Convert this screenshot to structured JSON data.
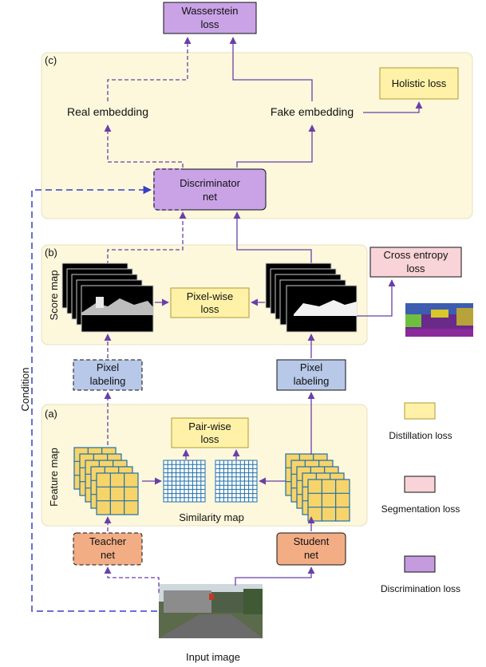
{
  "panels": {
    "c_label": "(c)",
    "b_label": "(b)",
    "a_label": "(a)"
  },
  "boxes": {
    "wasserstein": [
      "Wasserstein",
      "loss"
    ],
    "holistic": "Holistic loss",
    "discriminator": [
      "Discriminator",
      "net"
    ],
    "pixelwise": [
      "Pixel-wise",
      "loss"
    ],
    "cross_entropy": [
      "Cross entropy",
      "loss"
    ],
    "pixel_labeling_left": [
      "Pixel",
      "labeling"
    ],
    "pixel_labeling_right": [
      "Pixel",
      "labeling"
    ],
    "pairwise": [
      "Pair-wise",
      "loss"
    ],
    "teacher": [
      "Teacher",
      "net"
    ],
    "student": [
      "Student",
      "net"
    ]
  },
  "labels": {
    "real_embedding": "Real embedding",
    "fake_embedding": "Fake embedding",
    "score_map": "Score map",
    "feature_map": "Feature map",
    "similarity_map": "Similarity map",
    "condition": "Condition",
    "input_image": "Input image"
  },
  "legend": [
    {
      "label": "Distillation loss",
      "color": "#fff2a8"
    },
    {
      "label": "Segmentation loss",
      "color": "#f8d3d8"
    },
    {
      "label": "Discrimination loss",
      "color": "#c59be0"
    }
  ],
  "colors": {
    "panel_bg": "#fdf8dc",
    "yellow_box": "#fff2a8",
    "blue_box": "#b8c8e8",
    "orange_box": "#f2ad85",
    "pink_box": "#f8d3d8",
    "purple_box": "#c9a3e6",
    "arrow": "#6a3fa8",
    "condition": "#3340c8",
    "grid_cell": "#f7d46a",
    "grid_line": "#1f6fa8"
  }
}
